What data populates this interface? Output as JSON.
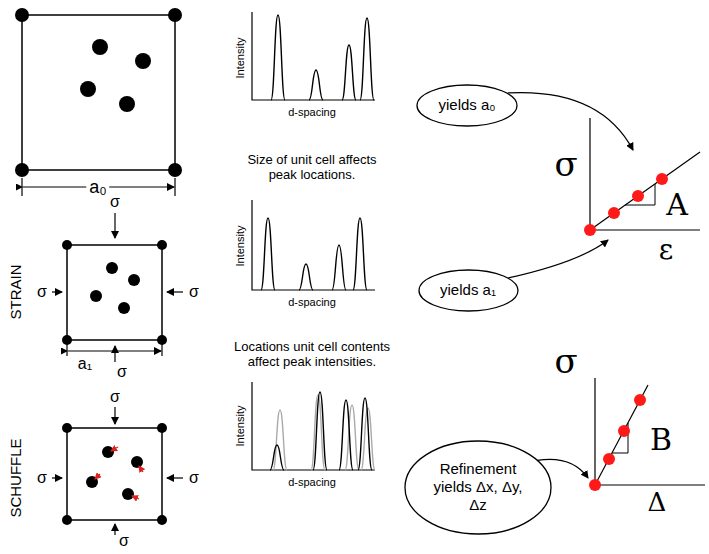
{
  "diagram": {
    "nodes": [
      {
        "text": [
          "yields a₀"
        ]
      },
      {
        "text": [
          "yields a₁"
        ]
      },
      {
        "text": [
          "Refinement yields Δx, Δy, Δz"
        ]
      }
    ],
    "labels": [
      "a₀",
      "STRAIN",
      "σ",
      "σ",
      "σ",
      "σ",
      "a₁",
      "SCHUFFLE",
      "σ",
      "σ",
      "σ",
      "σ",
      "Intensity",
      "d-spacing",
      "Size of unit cell affects peak locations.",
      "Intensity",
      "d-spacing",
      "Locations unit cell contents affect peak intensities.",
      "Intensity",
      "d-spacing",
      "σ",
      "A",
      "ε",
      "σ",
      "B",
      "Δ"
    ]
  }
}
